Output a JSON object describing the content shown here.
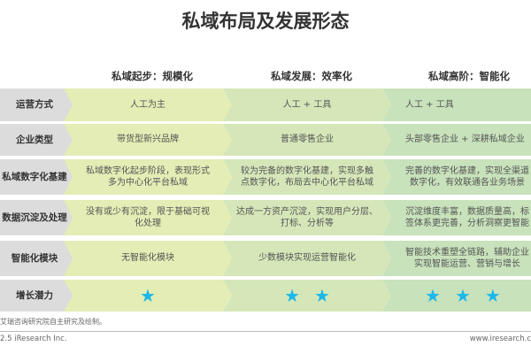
{
  "title": "私域布局及发展形态",
  "columns": [
    "私域起步：规模化",
    "私域发展：效率化",
    "私域高阶：智能化"
  ],
  "rows": [
    {
      "label": "运营方式",
      "cells": [
        [
          "人工为主"
        ],
        [
          "人工 + 工具"
        ],
        [
          "人工 + 工具"
        ]
      ]
    },
    {
      "label": "企业类型",
      "cells": [
        [
          "带货型新兴品牌"
        ],
        [
          "普通零售企业"
        ],
        [
          "头部零售企业 + 深耕私域企业"
        ]
      ]
    },
    {
      "label": "私域数字化基建",
      "cells": [
        [
          "私域数字化起步阶段，表现形式",
          "多为中心化平台私域"
        ],
        [
          "较为完备的数字化基建，实现多触",
          "点数字化，布局去中心化平台私域"
        ],
        [
          "完善的数字化基建，实现全渠道",
          "数字化，有效联通各业务场景"
        ]
      ]
    },
    {
      "label": "数据沉淀及处理",
      "cells": [
        [
          "没有或少有沉淀，限于基础可视",
          "化处理"
        ],
        [
          "达成一方资产沉淀，实现用户分层、",
          "打标、分析等"
        ],
        [
          "沉淀维度丰富，数据质量高，标",
          "签体系更完善，分析洞察更智能"
        ]
      ]
    },
    {
      "label": "智能化模块",
      "cells": [
        [
          "无智能化模块"
        ],
        [
          "少数模块实现运营智能化"
        ],
        [
          "智能技术重塑全链路，辅助企业",
          "实现智能运营、营销与增长"
        ]
      ]
    },
    {
      "label": "增长潜力",
      "stars": [
        1,
        2,
        3
      ]
    }
  ],
  "star_color": "#1cb8ea",
  "source": "艾瑞咨询研究院自主研究及绘制。",
  "footer_left": "2.5 iResearch Inc.",
  "footer_right": "www.iresearch.c"
}
